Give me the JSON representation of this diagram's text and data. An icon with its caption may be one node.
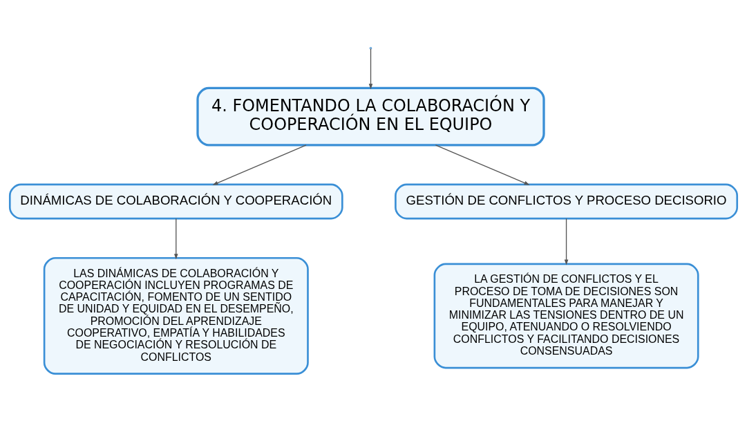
{
  "diagram": {
    "nodes": [
      {
        "text": [
          "4. FOMENTANDO LA COLABORACIÓN Y COOPERACIÓN EN EL EQUIPO"
        ]
      },
      {
        "text": [
          "DINÁMICAS DE COLABORACIÓN Y COOPERACIÓN"
        ]
      },
      {
        "text": [
          "GESTIÓN DE CONFLICTOS Y PROCESO DECISORIO"
        ]
      },
      {
        "text": [
          "LAS DINÁMICAS DE COLABORACIÓN Y COOPERACIÓN INCLUYEN PROGRAMAS DE CAPACITACIÓN, FOMENTO DE UN SENTIDO DE UNIDAD Y EQUIDAD EN EL DESEMPEÑO, PROMOCIÓN DEL APRENDIZAJE COOPERATIVO, EMPATÍA Y HABILIDADES DE NEGOCIACIÓN Y RESOLUCIÓN DE CONFLICTOS"
        ]
      },
      {
        "text": [
          "LA GESTIÓN DE CONFLICTOS Y EL PROCESO DE TOMA DE DECISIONES SON FUNDAMENTALES PARA MANEJAR Y MINIMIZAR LAS TENSIONES DENTRO DE UN EQUIPO, ATENUANDO O RESOLVIENDO CONFLICTOS Y FACILITANDO DECISIONES CONSENSUADAS"
        ]
      }
    ],
    "edges": [
      {
        "from": null,
        "to": 0,
        "arrow": "to"
      },
      {
        "from": 0,
        "to": 1,
        "arrow": "to"
      },
      {
        "from": 0,
        "to": 2,
        "arrow": "to"
      },
      {
        "from": 1,
        "to": 3,
        "arrow": "to"
      },
      {
        "from": 2,
        "to": 4,
        "arrow": "to"
      }
    ]
  }
}
